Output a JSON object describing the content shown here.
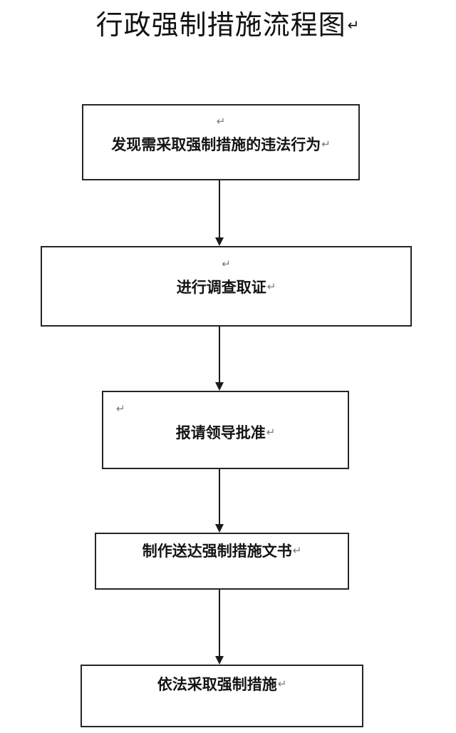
{
  "document": {
    "title": "行政强制措施流程图",
    "title_mark": "↵",
    "background_color": "#ffffff",
    "line_color": "#262626",
    "text_color": "#141414",
    "mark_color": "#7a7a7a"
  },
  "flowchart": {
    "type": "vertical-process-flow",
    "orientation": "top-to-bottom",
    "node_count": 5,
    "connector_count": 4,
    "nodes": [
      {
        "id": "node-1",
        "step": 1,
        "label": "发现需采取强制措施的违法行为",
        "end_mark": "↵",
        "blank_line_mark": "↵",
        "blank_line_align": "center"
      },
      {
        "id": "node-2",
        "step": 2,
        "label": "进行调查取证",
        "end_mark": "↵",
        "blank_line_mark": "↵",
        "blank_line_align": "center"
      },
      {
        "id": "node-3",
        "step": 3,
        "label": "报请领导批准",
        "end_mark": "↵",
        "blank_line_mark": "↵",
        "blank_line_align": "left"
      },
      {
        "id": "node-4",
        "step": 4,
        "label": "制作送达强制措施文书",
        "end_mark": "↵",
        "blank_line_mark": "",
        "blank_line_align": "none"
      },
      {
        "id": "node-5",
        "step": 5,
        "label": "依法采取强制措施",
        "end_mark": "↵",
        "blank_line_mark": "",
        "blank_line_align": "none"
      }
    ],
    "connectors": [
      {
        "id": "conn-1",
        "from": "node-1",
        "to": "node-2",
        "arrow": "down-arrow"
      },
      {
        "id": "conn-2",
        "from": "node-2",
        "to": "node-3",
        "arrow": "down-arrow"
      },
      {
        "id": "conn-3",
        "from": "node-3",
        "to": "node-4",
        "arrow": "down-arrow"
      },
      {
        "id": "conn-4",
        "from": "node-4",
        "to": "node-5",
        "arrow": "down-arrow"
      }
    ]
  }
}
